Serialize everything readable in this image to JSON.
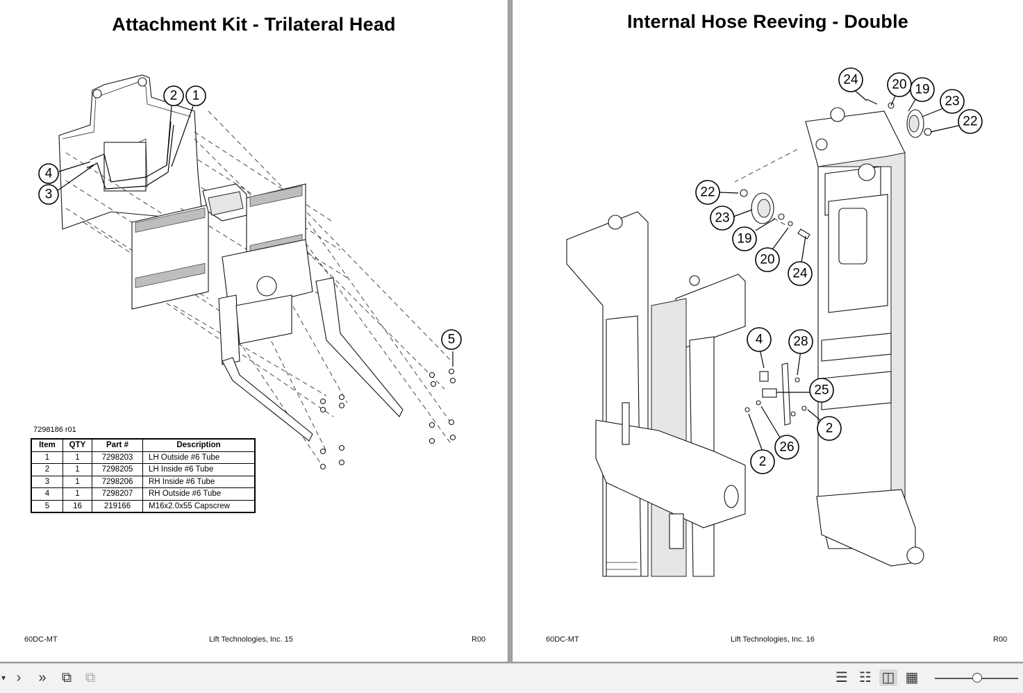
{
  "left_page": {
    "title": "Attachment Kit - Trilateral Head",
    "drawing_ref": "7298186 r01",
    "callouts": [
      "2",
      "1",
      "4",
      "3",
      "5"
    ],
    "table": {
      "headers": [
        "Item",
        "QTY",
        "Part #",
        "Description"
      ],
      "rows": [
        [
          "1",
          "1",
          "7298203",
          "LH Outside #6 Tube"
        ],
        [
          "2",
          "1",
          "7298205",
          "LH Inside #6 Tube"
        ],
        [
          "3",
          "1",
          "7298206",
          "RH Inside #6 Tube"
        ],
        [
          "4",
          "1",
          "7298207",
          "RH Outside #6 Tube"
        ],
        [
          "5",
          "16",
          "219166",
          "M16x2.0x55 Capscrew"
        ]
      ]
    },
    "footer": {
      "model": "60DC-MT",
      "center": "Lift Technologies, Inc. 15",
      "rev": "R00"
    }
  },
  "right_page": {
    "title": "Internal Hose Reeving - Double",
    "callouts": [
      "24",
      "20",
      "19",
      "23",
      "22",
      "22",
      "23",
      "19",
      "20",
      "24",
      "4",
      "28",
      "25",
      "2",
      "2",
      "26"
    ],
    "footer": {
      "model": "60DC-MT",
      "center": "Lift Technologies, Inc. 16",
      "rev": "R00"
    }
  },
  "toolbar": {
    "icons": [
      "prev-arrow-icon",
      "next-page-icon",
      "last-page-icon",
      "rotate-page-icon",
      "rotate-page-disabled-icon",
      "single-page-view-icon",
      "continuous-view-icon",
      "two-page-view-icon",
      "two-page-continuous-view-icon",
      "zoom-slider"
    ],
    "glyphs": {
      "prev": "▾",
      "next": "›",
      "last": "»",
      "rotate": "⧉",
      "rotate2": "⧉",
      "single": "☰",
      "cont": "☷",
      "two": "◫",
      "twocont": "▦"
    },
    "zoom_level": 0.5
  }
}
